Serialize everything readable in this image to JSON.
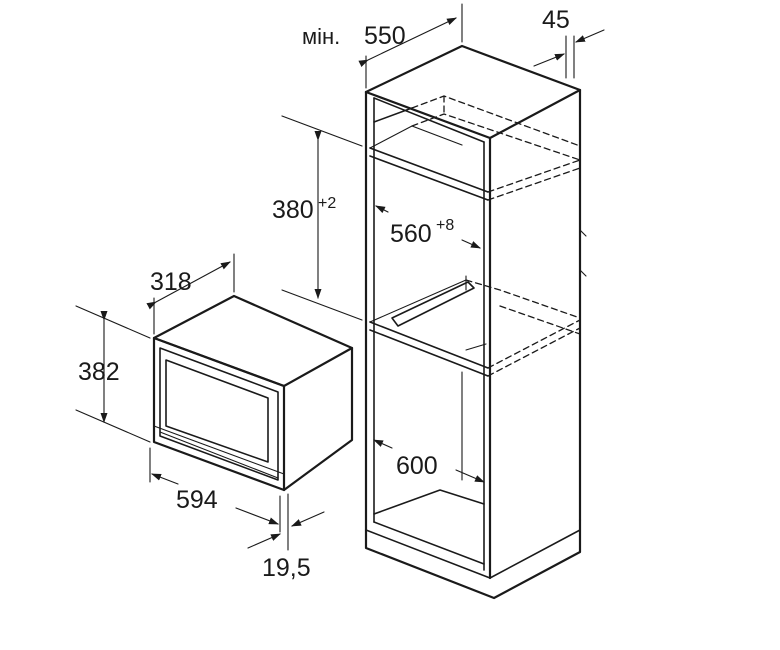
{
  "dimensions": {
    "cabinet_depth_prefix": "мін.",
    "cabinet_depth": "550",
    "side_gap": "45",
    "niche_height": "380",
    "niche_height_tolerance": "+2",
    "niche_width": "560",
    "niche_width_tolerance": "+8",
    "cabinet_inner_width": "600",
    "appliance_depth": "318",
    "appliance_height": "382",
    "appliance_width": "594",
    "front_panel_offset": "19,5"
  }
}
